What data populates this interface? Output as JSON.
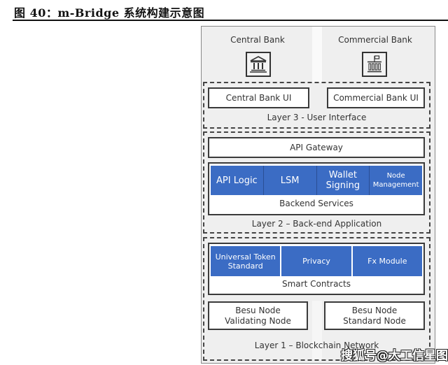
{
  "figure": {
    "title": "图  40：m-Bridge 系统构建示意图"
  },
  "banks": {
    "central": {
      "label": "Central Bank",
      "icon": "bank-building-icon"
    },
    "commercial": {
      "label": "Commercial Bank",
      "icon": "commercial-bank-building-icon"
    }
  },
  "layer3": {
    "label": "Layer 3 - User Interface",
    "boxes": [
      "Central Bank UI",
      "Commercial Bank UI"
    ]
  },
  "layer2": {
    "label": "Layer 2 – Back-end Application",
    "api_gateway": "API Gateway",
    "backend_services": {
      "label": "Backend Services",
      "modules": [
        "API Logic",
        "LSM",
        "Wallet\nSigning",
        "Node\nManagement"
      ]
    }
  },
  "layer1": {
    "label": "Layer 1 – Blockchain Network",
    "smart_contracts": {
      "label": "Smart Contracts",
      "modules": [
        "Universal Token\nStandard",
        "Privacy",
        "Fx Module"
      ]
    },
    "nodes": [
      "Besu Node\nValidating Node",
      "Besu Node\nStandard Node"
    ]
  },
  "watermark": "搜狐号@大工信星图",
  "colors": {
    "module_blue": "#3b6cc4",
    "frame_bg": "#efefef"
  }
}
